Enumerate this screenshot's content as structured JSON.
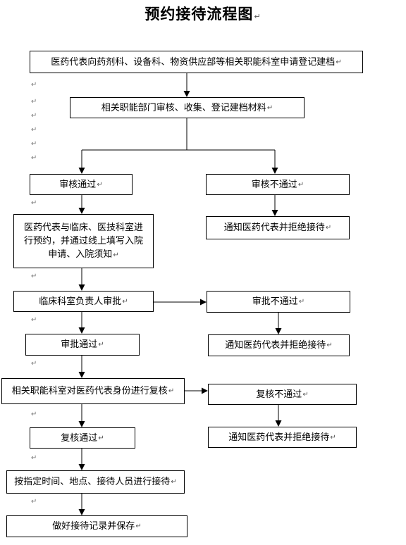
{
  "title": "预约接待流程图",
  "paragraph_mark": "↵",
  "nodes": {
    "register": "医药代表向药剂科、设备科、物资供应部等相关职能科室申请登记建档",
    "review": "相关职能部门审核、收集、登记建档材料",
    "review_pass": "审核通过",
    "review_fail": "审核不通过",
    "notify_1": "通知医药代表并拒绝接待",
    "book": "医药代表与临床、医技科室进行预约，并通过线上填写入院申请、入院须知",
    "approve": "临床科室负责人审批",
    "approve_fail": "审批不通过",
    "notify_2": "通知医药代表并拒绝接待",
    "approve_pass": "审批通过",
    "recheck": "相关职能科室对医药代表身份进行复核",
    "recheck_fail": "复核不通过",
    "recheck_pass": "复核通过",
    "notify_3": "通知医药代表并拒绝接待",
    "reception": "按指定时间、地点、接待人员进行接待",
    "record": "做好接待记录并保存"
  }
}
